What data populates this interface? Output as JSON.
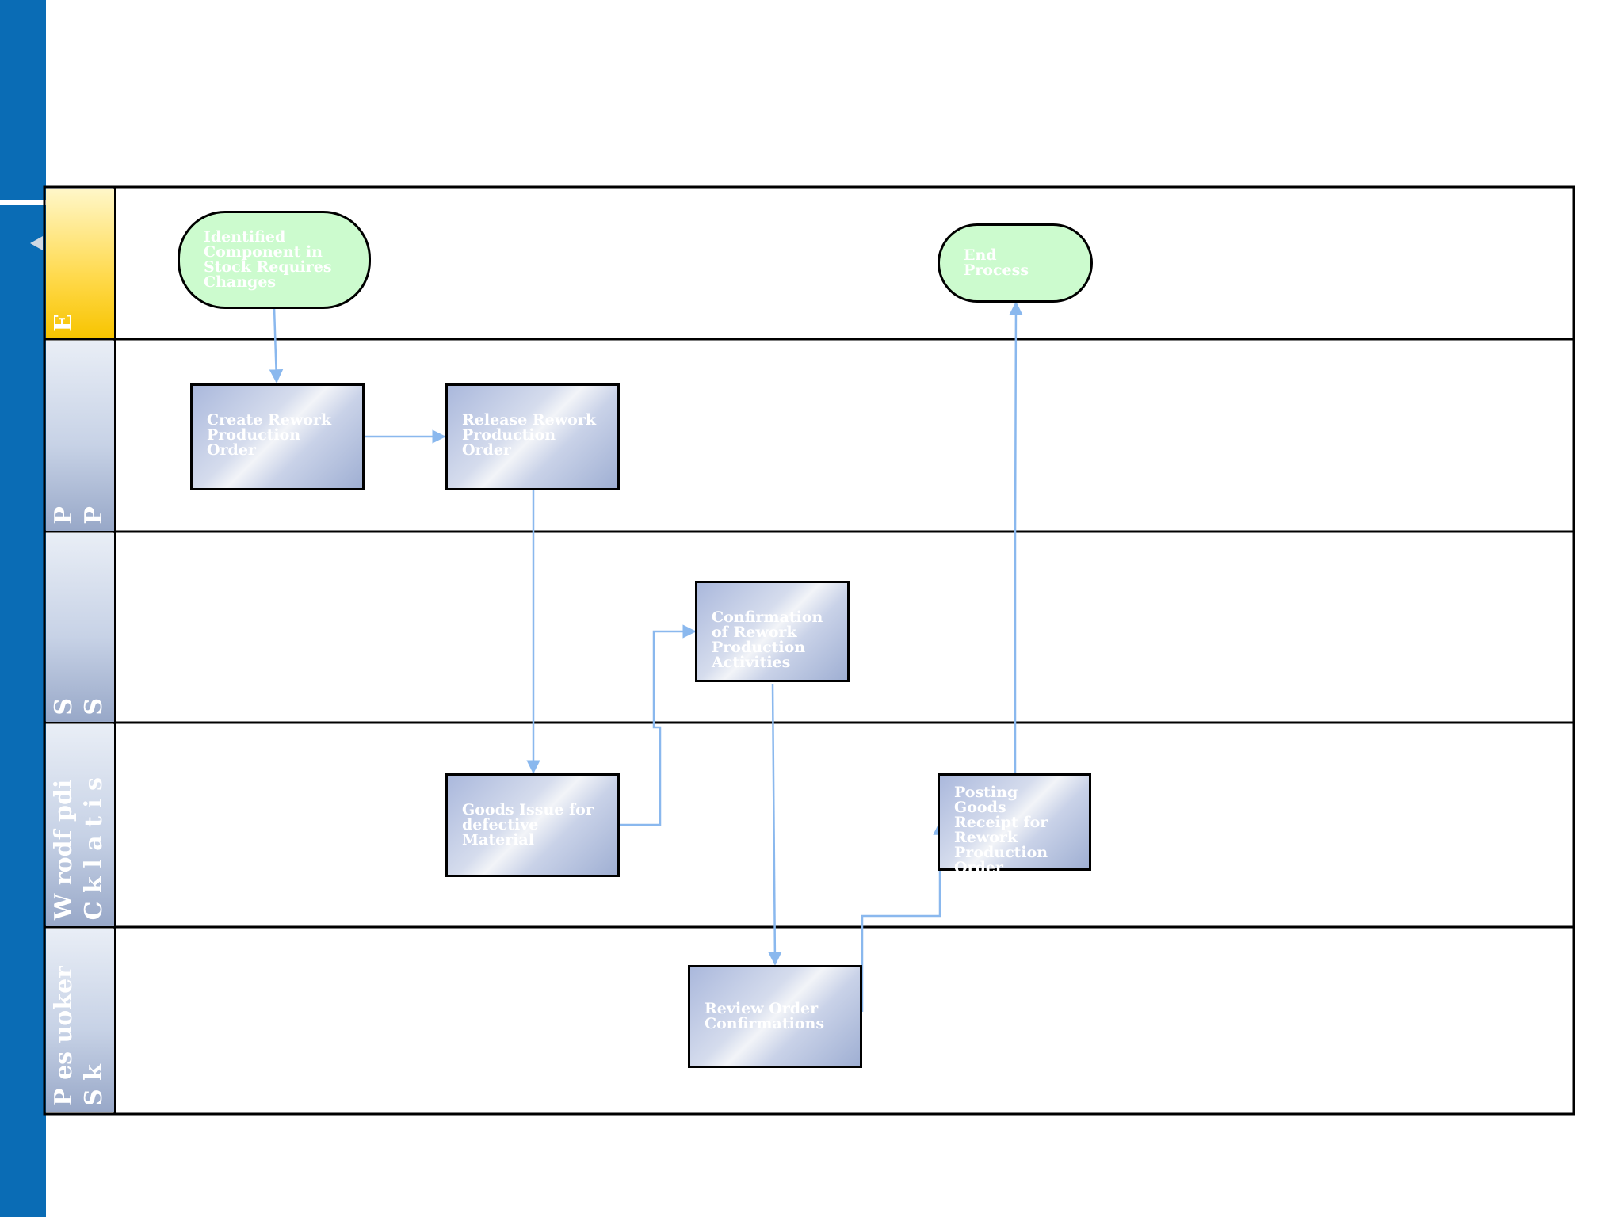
{
  "diagram": {
    "lanes": [
      {
        "id": "event",
        "label": "E"
      },
      {
        "id": "pp",
        "label": "P\nP"
      },
      {
        "id": "lane3",
        "label": "S\nS"
      },
      {
        "id": "lane4",
        "label": "W rodf pdi\nC k l a t i s"
      },
      {
        "id": "lane5",
        "label": "P es uoker\nS k"
      }
    ],
    "nodes": {
      "start": "Identified Component in Stock Requires Changes",
      "end": "End Process",
      "create_order": "Create Rework Production Order",
      "release_order": "Release Rework Production Order",
      "confirmation": "Confirmation of Rework Production Activities",
      "goods_issue": "Goods Issue for defective Material",
      "posting_goods": "Posting Goods Receipt for Rework Production Order",
      "review": "Review Order Confirmations"
    },
    "colors": {
      "sidebar": "#0a6cb5",
      "connector": "#8ab8ee",
      "terminal_fill": "#ccfbce",
      "event_lane": "#ffd94a"
    }
  }
}
